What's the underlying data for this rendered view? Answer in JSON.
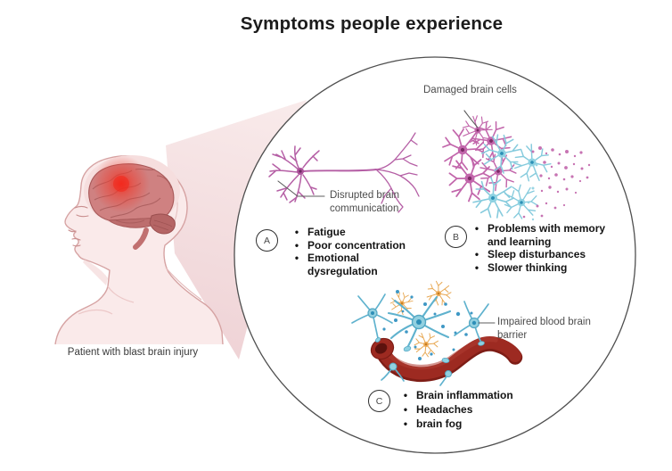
{
  "title": "Symptoms people experience",
  "patient": {
    "caption": "Patient with blast brain injury"
  },
  "magnifier": {
    "annotations": {
      "damaged": "Damaged brain cells",
      "disrupted": "Disrupted brain communication",
      "impaired": "Impaired blood brain barrier"
    },
    "sections": [
      {
        "id": "A",
        "items": [
          "Fatigue",
          "Poor concentration",
          "Emotional dysregulation"
        ]
      },
      {
        "id": "B",
        "items": [
          "Problems with memory and learning",
          "Sleep disturbances",
          "Slower thinking"
        ]
      },
      {
        "id": "C",
        "items": [
          "Brain inflammation",
          "Headaches",
          "brain fog"
        ]
      }
    ]
  },
  "ui": {
    "bullet": "•"
  },
  "colors": {
    "neuron_magenta": "#bf5fa8",
    "cell_teal": "#8ed2e2",
    "vessel_red": "#9d2a21",
    "injury_red": "#ee3124",
    "cone_pink": "#f3dadc",
    "skin_pink": "#faeaea",
    "brain_red": "#cf8181",
    "circle_outline": "#4f4f4f",
    "text_dark": "#141414",
    "annotation_gray": "#4c4c4c"
  }
}
